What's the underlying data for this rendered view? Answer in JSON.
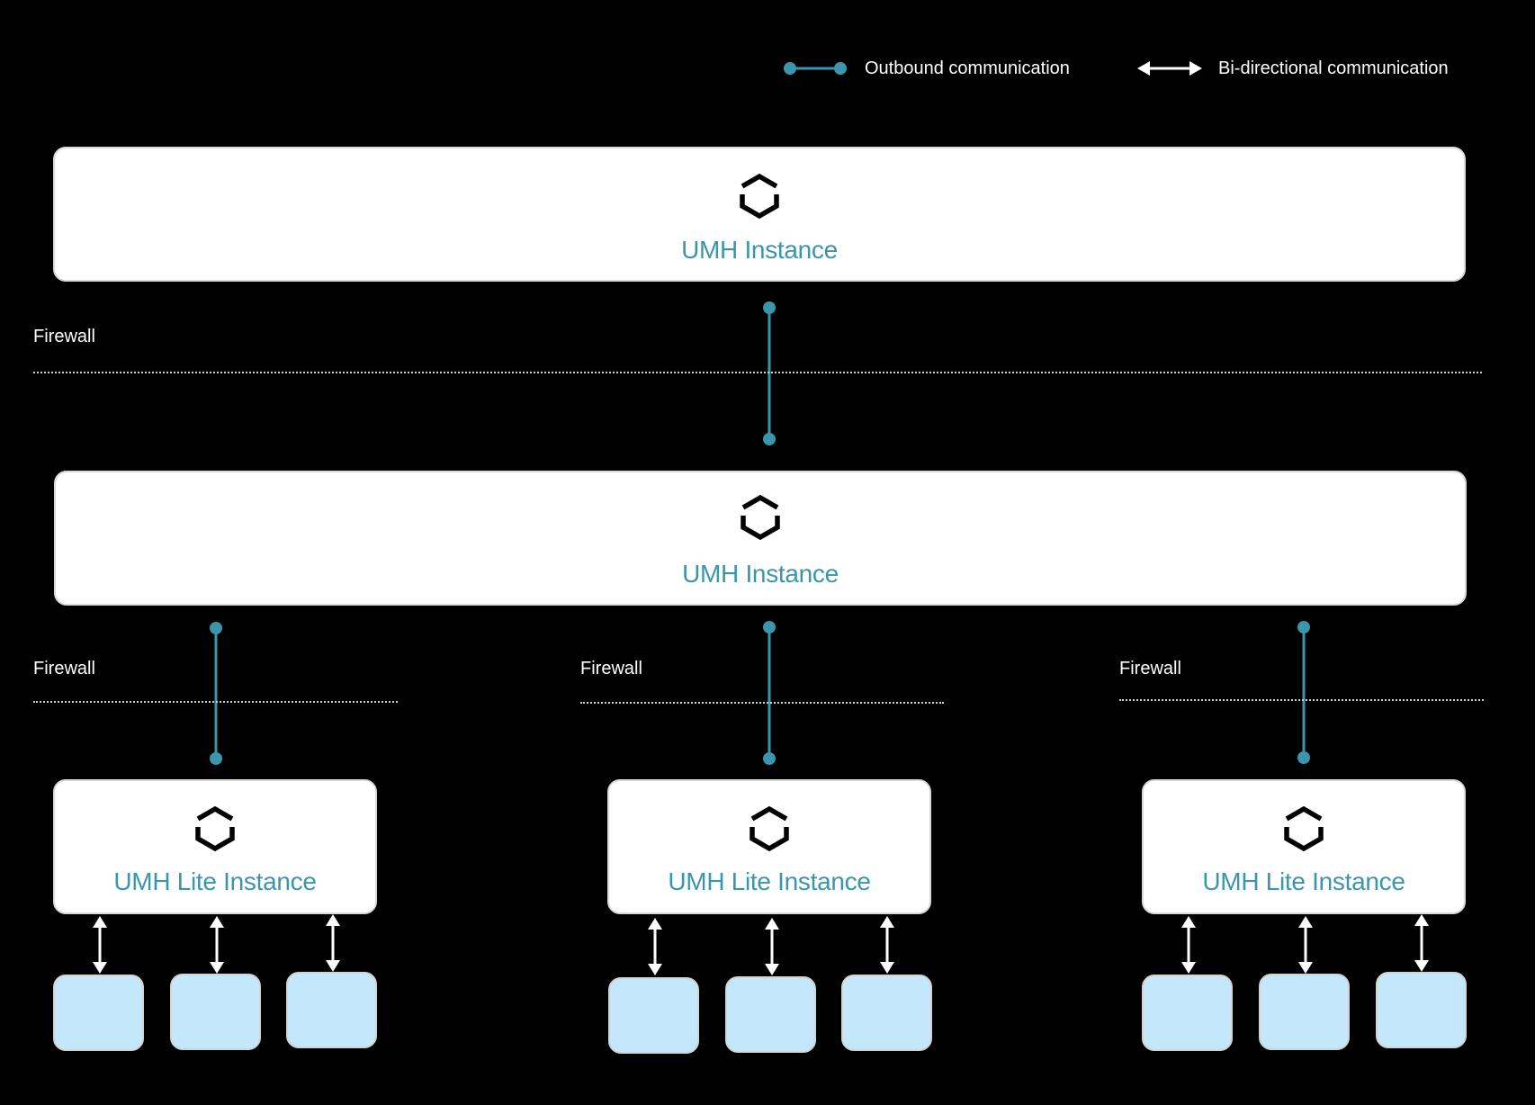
{
  "colors": {
    "background": "#000000",
    "outbound": "#3b96ad",
    "box": "#ffffff",
    "device": "#c3e8fb",
    "text": "#ffffff"
  },
  "legend": {
    "outbound_label": "Outbound communication",
    "bidirectional_label": "Bi-directional communication",
    "outbound_icon": "dot-line-dot-icon",
    "bidirectional_icon": "double-arrow-icon"
  },
  "top_instance": {
    "label": "UMH Instance",
    "icon": "umh-hexagon-logo-icon"
  },
  "middle_instance": {
    "label": "UMH Instance",
    "icon": "umh-hexagon-logo-icon"
  },
  "firewalls": [
    {
      "label": "Firewall"
    },
    {
      "label": "Firewall"
    },
    {
      "label": "Firewall"
    },
    {
      "label": "Firewall"
    }
  ],
  "lite_instances": [
    {
      "label": "UMH Lite Instance",
      "icon": "umh-hexagon-logo-icon",
      "device_count": 3
    },
    {
      "label": "UMH Lite Instance",
      "icon": "umh-hexagon-logo-icon",
      "device_count": 3
    },
    {
      "label": "UMH Lite Instance",
      "icon": "umh-hexagon-logo-icon",
      "device_count": 3
    }
  ]
}
